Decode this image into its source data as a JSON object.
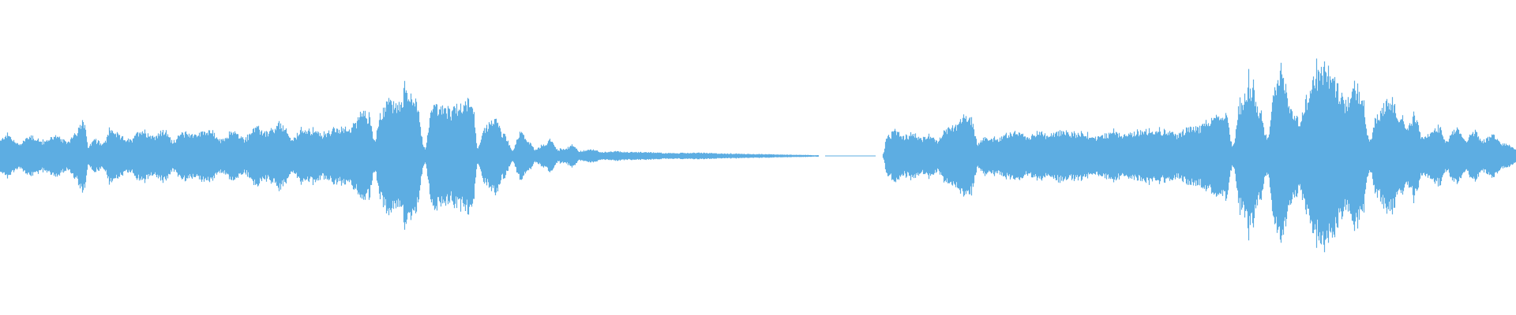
{
  "waveform": {
    "color": "#5dade2",
    "background": "#ffffff",
    "gap_fraction": [
      0.54,
      0.582
    ],
    "envelope": [
      [
        0.0,
        0.1
      ],
      [
        0.004,
        0.14
      ],
      [
        0.012,
        0.08
      ],
      [
        0.02,
        0.13
      ],
      [
        0.028,
        0.09
      ],
      [
        0.036,
        0.13
      ],
      [
        0.044,
        0.09
      ],
      [
        0.05,
        0.16
      ],
      [
        0.055,
        0.22
      ],
      [
        0.058,
        0.06
      ],
      [
        0.062,
        0.1
      ],
      [
        0.068,
        0.08
      ],
      [
        0.073,
        0.17
      ],
      [
        0.08,
        0.12
      ],
      [
        0.086,
        0.1
      ],
      [
        0.093,
        0.17
      ],
      [
        0.101,
        0.13
      ],
      [
        0.108,
        0.16
      ],
      [
        0.114,
        0.1
      ],
      [
        0.121,
        0.15
      ],
      [
        0.129,
        0.14
      ],
      [
        0.137,
        0.17
      ],
      [
        0.146,
        0.1
      ],
      [
        0.153,
        0.16
      ],
      [
        0.161,
        0.11
      ],
      [
        0.168,
        0.18
      ],
      [
        0.177,
        0.15
      ],
      [
        0.185,
        0.2
      ],
      [
        0.193,
        0.11
      ],
      [
        0.2,
        0.18
      ],
      [
        0.206,
        0.16
      ],
      [
        0.213,
        0.14
      ],
      [
        0.22,
        0.17
      ],
      [
        0.228,
        0.17
      ],
      [
        0.234,
        0.21
      ],
      [
        0.238,
        0.3
      ],
      [
        0.243,
        0.26
      ],
      [
        0.247,
        0.1
      ],
      [
        0.251,
        0.28
      ],
      [
        0.256,
        0.36
      ],
      [
        0.262,
        0.33
      ],
      [
        0.268,
        0.42
      ],
      [
        0.274,
        0.36
      ],
      [
        0.28,
        0.05
      ],
      [
        0.285,
        0.33
      ],
      [
        0.291,
        0.31
      ],
      [
        0.296,
        0.28
      ],
      [
        0.302,
        0.32
      ],
      [
        0.306,
        0.34
      ],
      [
        0.311,
        0.38
      ],
      [
        0.315,
        0.05
      ],
      [
        0.32,
        0.18
      ],
      [
        0.326,
        0.24
      ],
      [
        0.332,
        0.14
      ],
      [
        0.338,
        0.04
      ],
      [
        0.343,
        0.15
      ],
      [
        0.348,
        0.1
      ],
      [
        0.353,
        0.04
      ],
      [
        0.358,
        0.07
      ],
      [
        0.363,
        0.1
      ],
      [
        0.368,
        0.04
      ],
      [
        0.373,
        0.05
      ],
      [
        0.378,
        0.07
      ],
      [
        0.382,
        0.03
      ],
      [
        0.39,
        0.04
      ],
      [
        0.398,
        0.025
      ],
      [
        0.406,
        0.03
      ],
      [
        0.414,
        0.025
      ],
      [
        0.425,
        0.025
      ],
      [
        0.44,
        0.018
      ],
      [
        0.46,
        0.02
      ],
      [
        0.48,
        0.015
      ],
      [
        0.5,
        0.012
      ],
      [
        0.52,
        0.008
      ],
      [
        0.54,
        0.005
      ],
      [
        0.582,
        0.01
      ],
      [
        0.585,
        0.12
      ],
      [
        0.59,
        0.16
      ],
      [
        0.596,
        0.12
      ],
      [
        0.602,
        0.15
      ],
      [
        0.608,
        0.11
      ],
      [
        0.613,
        0.14
      ],
      [
        0.618,
        0.1
      ],
      [
        0.624,
        0.17
      ],
      [
        0.63,
        0.2
      ],
      [
        0.635,
        0.26
      ],
      [
        0.64,
        0.24
      ],
      [
        0.645,
        0.08
      ],
      [
        0.65,
        0.12
      ],
      [
        0.657,
        0.11
      ],
      [
        0.664,
        0.14
      ],
      [
        0.671,
        0.15
      ],
      [
        0.678,
        0.12
      ],
      [
        0.685,
        0.15
      ],
      [
        0.692,
        0.13
      ],
      [
        0.699,
        0.16
      ],
      [
        0.706,
        0.15
      ],
      [
        0.713,
        0.15
      ],
      [
        0.72,
        0.12
      ],
      [
        0.727,
        0.13
      ],
      [
        0.734,
        0.16
      ],
      [
        0.741,
        0.13
      ],
      [
        0.748,
        0.15
      ],
      [
        0.755,
        0.17
      ],
      [
        0.762,
        0.17
      ],
      [
        0.769,
        0.16
      ],
      [
        0.776,
        0.14
      ],
      [
        0.783,
        0.18
      ],
      [
        0.79,
        0.18
      ],
      [
        0.796,
        0.22
      ],
      [
        0.802,
        0.24
      ],
      [
        0.808,
        0.27
      ],
      [
        0.813,
        0.07
      ],
      [
        0.818,
        0.34
      ],
      [
        0.824,
        0.47
      ],
      [
        0.83,
        0.3
      ],
      [
        0.836,
        0.12
      ],
      [
        0.84,
        0.44
      ],
      [
        0.846,
        0.52
      ],
      [
        0.852,
        0.3
      ],
      [
        0.857,
        0.22
      ],
      [
        0.862,
        0.38
      ],
      [
        0.868,
        0.52
      ],
      [
        0.873,
        0.58
      ],
      [
        0.878,
        0.52
      ],
      [
        0.883,
        0.42
      ],
      [
        0.888,
        0.35
      ],
      [
        0.893,
        0.48
      ],
      [
        0.898,
        0.4
      ],
      [
        0.903,
        0.1
      ],
      [
        0.908,
        0.25
      ],
      [
        0.913,
        0.32
      ],
      [
        0.918,
        0.36
      ],
      [
        0.923,
        0.26
      ],
      [
        0.928,
        0.2
      ],
      [
        0.933,
        0.26
      ],
      [
        0.938,
        0.12
      ],
      [
        0.943,
        0.14
      ],
      [
        0.949,
        0.18
      ],
      [
        0.954,
        0.1
      ],
      [
        0.96,
        0.18
      ],
      [
        0.966,
        0.1
      ],
      [
        0.972,
        0.16
      ],
      [
        0.978,
        0.1
      ],
      [
        0.984,
        0.14
      ],
      [
        0.99,
        0.08
      ],
      [
        0.995,
        0.07
      ],
      [
        1.0,
        0.04
      ]
    ]
  }
}
